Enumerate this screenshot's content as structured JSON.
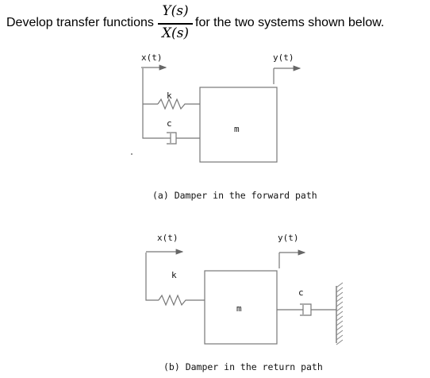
{
  "header": {
    "text_before": "Develop transfer functions",
    "fraction_numerator": "Y(s)",
    "fraction_denominator": "X(s)",
    "text_after": "for the two systems shown below."
  },
  "diagram_a": {
    "input_label": "x(t)",
    "output_label": "y(t)",
    "spring_label": "k",
    "damper_label": "c",
    "mass_label": "m",
    "caption": "(a) Damper in the forward path"
  },
  "diagram_b": {
    "input_label": "x(t)",
    "output_label": "y(t)",
    "spring_label": "k",
    "damper_label": "c",
    "mass_label": "m",
    "caption": "(b) Damper in the return path"
  }
}
